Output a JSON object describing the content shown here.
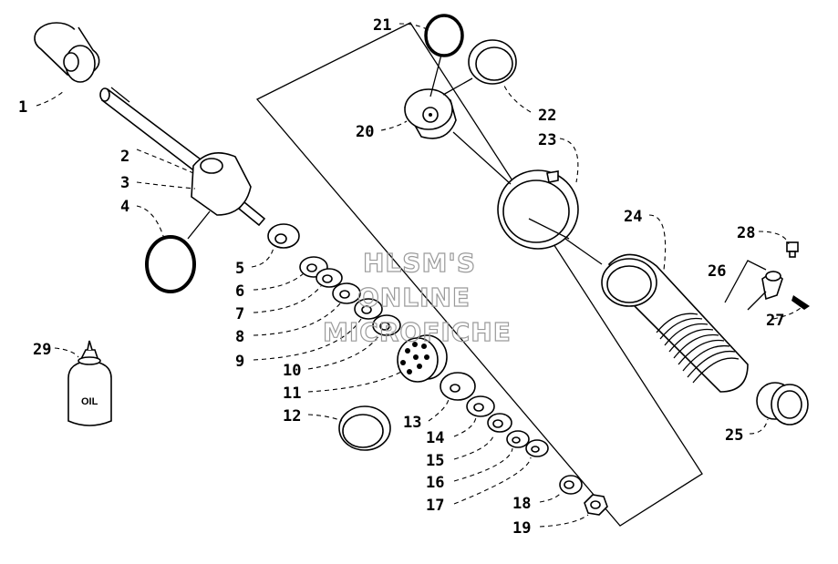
{
  "diagram": {
    "callouts": [
      {
        "id": "1",
        "text": "1"
      },
      {
        "id": "2",
        "text": "2"
      },
      {
        "id": "3",
        "text": "3"
      },
      {
        "id": "4",
        "text": "4"
      },
      {
        "id": "5",
        "text": "5"
      },
      {
        "id": "6",
        "text": "6"
      },
      {
        "id": "7",
        "text": "7"
      },
      {
        "id": "8",
        "text": "8"
      },
      {
        "id": "9",
        "text": "9"
      },
      {
        "id": "10",
        "text": "10"
      },
      {
        "id": "11",
        "text": "11"
      },
      {
        "id": "12",
        "text": "12"
      },
      {
        "id": "13",
        "text": "13"
      },
      {
        "id": "14",
        "text": "14"
      },
      {
        "id": "15",
        "text": "15"
      },
      {
        "id": "16",
        "text": "16"
      },
      {
        "id": "17",
        "text": "17"
      },
      {
        "id": "18",
        "text": "18"
      },
      {
        "id": "19",
        "text": "19"
      },
      {
        "id": "20",
        "text": "20"
      },
      {
        "id": "21",
        "text": "21"
      },
      {
        "id": "22",
        "text": "22"
      },
      {
        "id": "23",
        "text": "23"
      },
      {
        "id": "24",
        "text": "24"
      },
      {
        "id": "25",
        "text": "25"
      },
      {
        "id": "26",
        "text": "26"
      },
      {
        "id": "27",
        "text": "27"
      },
      {
        "id": "28",
        "text": "28"
      },
      {
        "id": "29",
        "text": "29"
      }
    ],
    "oil_bottle_label": "OIL"
  },
  "watermark": {
    "line1": "HLSM'S",
    "line2": "ONLINE",
    "line3": "MICROFICHE"
  }
}
